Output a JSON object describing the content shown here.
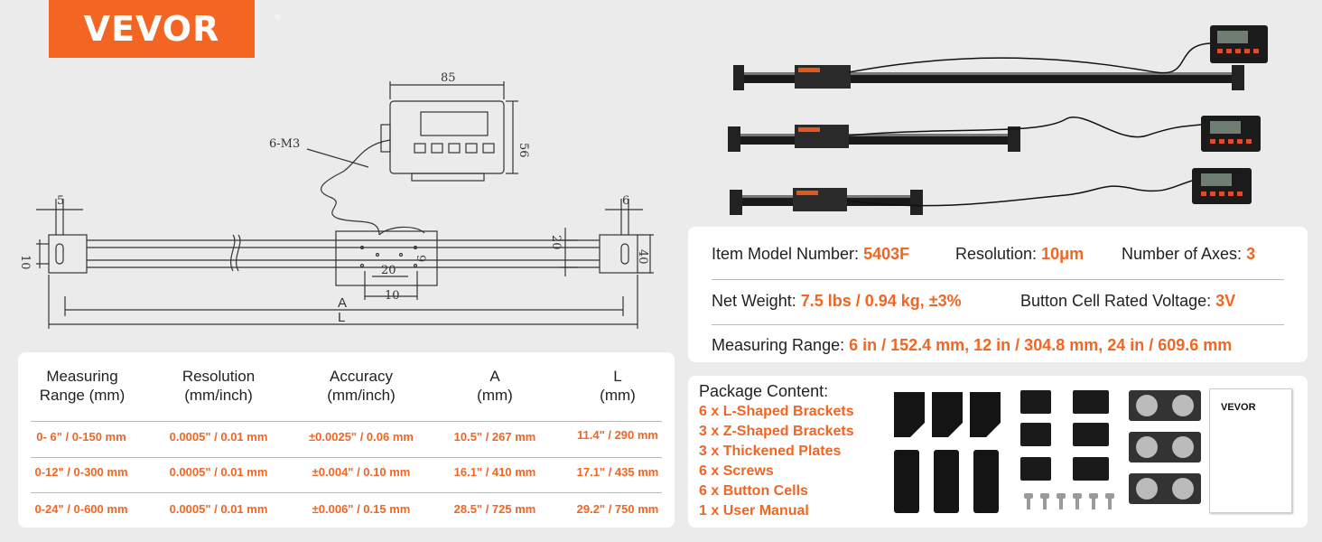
{
  "brand": {
    "name": "VEVOR",
    "mark": "®"
  },
  "drawing": {
    "dim_width": "85",
    "dim_height": "56",
    "screw_label": "6-M3",
    "dim_5": "5",
    "dim_6": "6",
    "dim_10_left": "10",
    "dim_20_right": "20",
    "dim_40": "40",
    "dim_20_center": "20",
    "dim_10_center": "10",
    "dim_9": "9",
    "label_a": "A",
    "label_l": "L"
  },
  "table": {
    "headers": [
      [
        "Measuring",
        "Range (mm)"
      ],
      [
        "Resolution",
        "(mm/inch)"
      ],
      [
        "Accuracy",
        "(mm/inch)"
      ],
      [
        "A",
        "(mm)"
      ],
      [
        "L",
        "(mm)"
      ]
    ],
    "rows": [
      [
        "0- 6\" / 0-150 mm",
        "0.0005\" / 0.01 mm",
        "±0.0025\" / 0.06 mm",
        "10.5\" / 267 mm",
        "11.4\" / 290 mm"
      ],
      [
        "0-12\" / 0-300 mm",
        "0.0005\" / 0.01 mm",
        "±0.004\" / 0.10 mm",
        "16.1\" / 410 mm",
        "17.1\" / 435 mm"
      ],
      [
        "0-24\" / 0-600 mm",
        "0.0005\" / 0.01 mm",
        "±0.006\" / 0.15 mm",
        "28.5\" / 725 mm",
        "29.2\" / 750 mm"
      ]
    ]
  },
  "specs": {
    "model_label": "Item Model Number: ",
    "model_value": "5403F",
    "resolution_label": "Resolution: ",
    "resolution_value": "10μm",
    "axes_label": "Number of Axes: ",
    "axes_value": "3",
    "weight_label": "Net Weight: ",
    "weight_value": "7.5 lbs / 0.94 kg, ±3%",
    "voltage_label": "Button Cell Rated Voltage: ",
    "voltage_value": "3V",
    "range_label": "Measuring Range: ",
    "range_value": "6 in / 152.4 mm, 12 in / 304.8 mm, 24 in / 609.6 mm"
  },
  "package": {
    "title": "Package Content:",
    "items": [
      "6 x L-Shaped Brackets",
      "3 x Z-Shaped Brackets",
      "3 x Thickened Plates",
      "6 x Screws",
      "6 x Button Cells",
      "1 x User Manual"
    ],
    "manual_brand": "VEVOR"
  },
  "colors": {
    "accent": "#f26522",
    "background": "#ebebeb",
    "panel": "#ffffff"
  }
}
